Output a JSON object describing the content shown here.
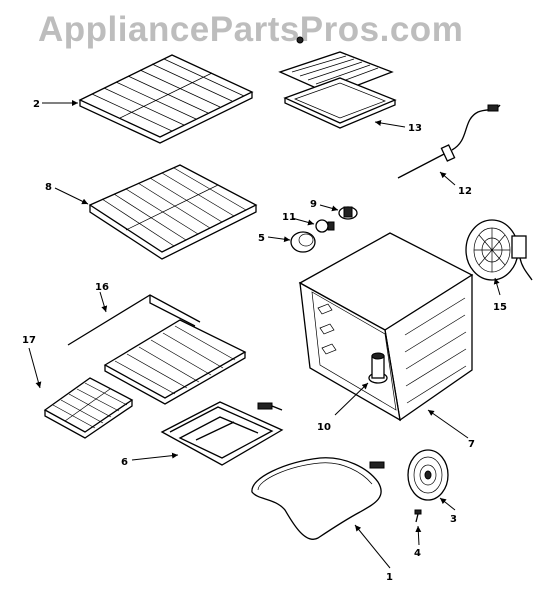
{
  "watermark": "AppliancePartsPros.com",
  "callouts": {
    "c1": "1",
    "c2": "2",
    "c3": "3",
    "c4": "4",
    "c5": "5",
    "c6": "6",
    "c7": "7",
    "c8": "8",
    "c9": "9",
    "c10": "10",
    "c11": "11",
    "c12": "12",
    "c13": "13",
    "c15": "15",
    "c16": "16",
    "c17": "17"
  }
}
